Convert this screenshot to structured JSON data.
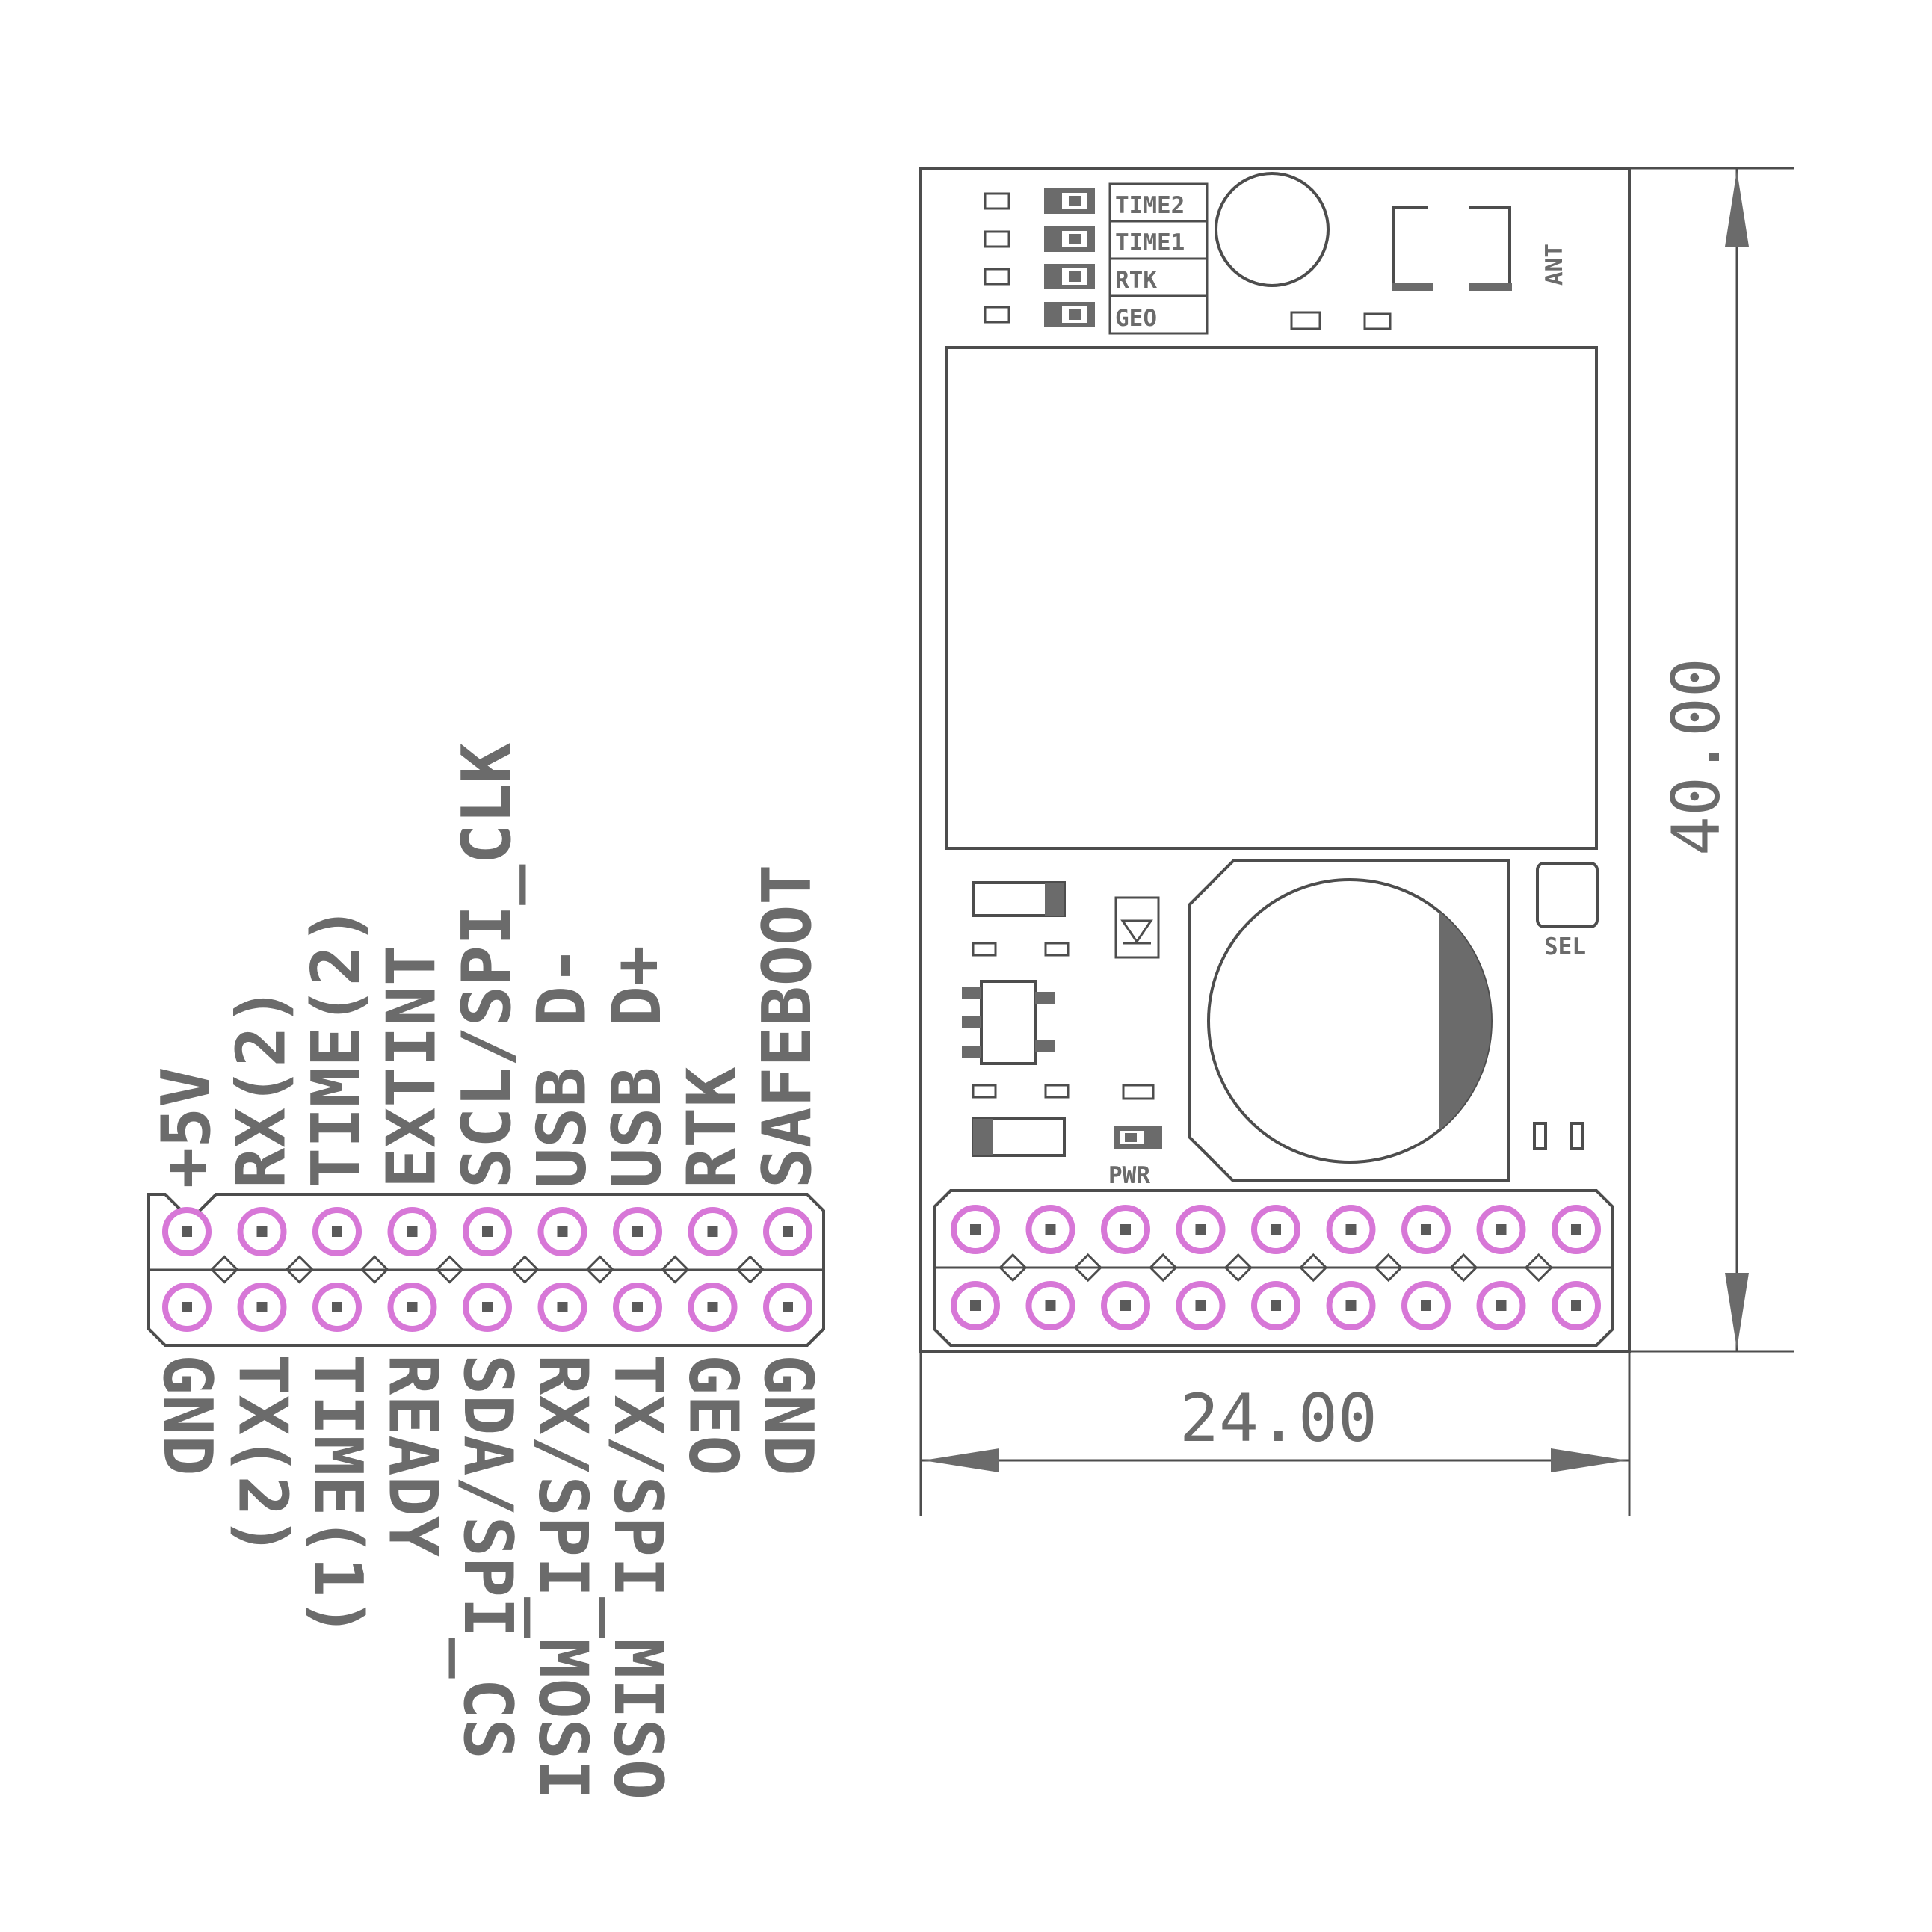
{
  "header_pins": {
    "top_labels": [
      "+5V",
      "RX(2)",
      "TIME(2)",
      "EXTINT",
      "SCL/SPI_CLK",
      "USB D-",
      "USB D+",
      "RTK",
      "SAFEBOOT"
    ],
    "bottom_labels": [
      "GND",
      "TX(2)",
      "TIME(1)",
      "READY",
      "SDA/SPI_CS",
      "RX/SPI_MOSI",
      "TX/SPI_MISO",
      "GEO",
      "GND"
    ]
  },
  "board": {
    "led_labels": [
      "TIME2",
      "TIME1",
      "RTK",
      "GEO"
    ],
    "antenna_label": "ANT",
    "select_label": "SEL",
    "power_label": "PWR"
  },
  "dimensions": {
    "width": "24.00",
    "height": "40.00"
  },
  "colors": {
    "outline": "#4d4d4d",
    "silkscreen": "#6b6b6b",
    "pad_ring": "#d777d7"
  }
}
